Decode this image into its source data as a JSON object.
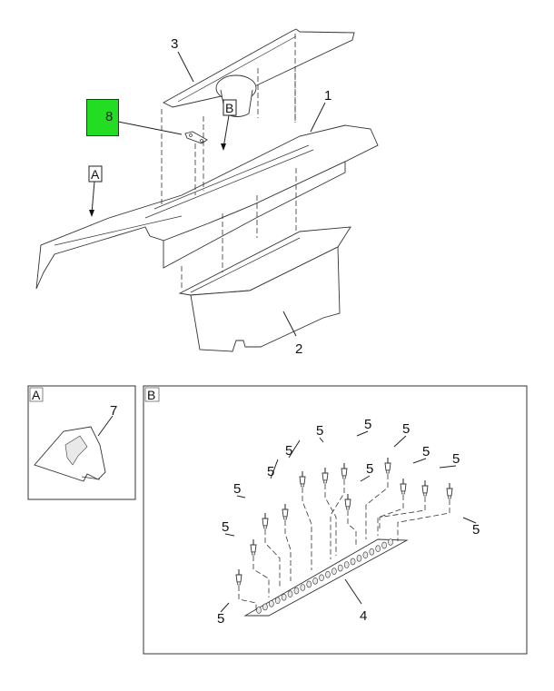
{
  "diagram": {
    "highlight_color": "#22dd22",
    "hotspot_label": "8",
    "main_callouts": [
      "1",
      "2",
      "3"
    ],
    "view_tags": [
      "A",
      "B"
    ],
    "detail_a": {
      "tag": "A",
      "callouts": [
        "7"
      ]
    },
    "detail_b": {
      "tag": "B",
      "strip_callout": "4",
      "fastener_callouts": [
        "5",
        "5",
        "5",
        "5",
        "5",
        "5",
        "5",
        "5",
        "5",
        "5",
        "5",
        "5"
      ]
    }
  }
}
